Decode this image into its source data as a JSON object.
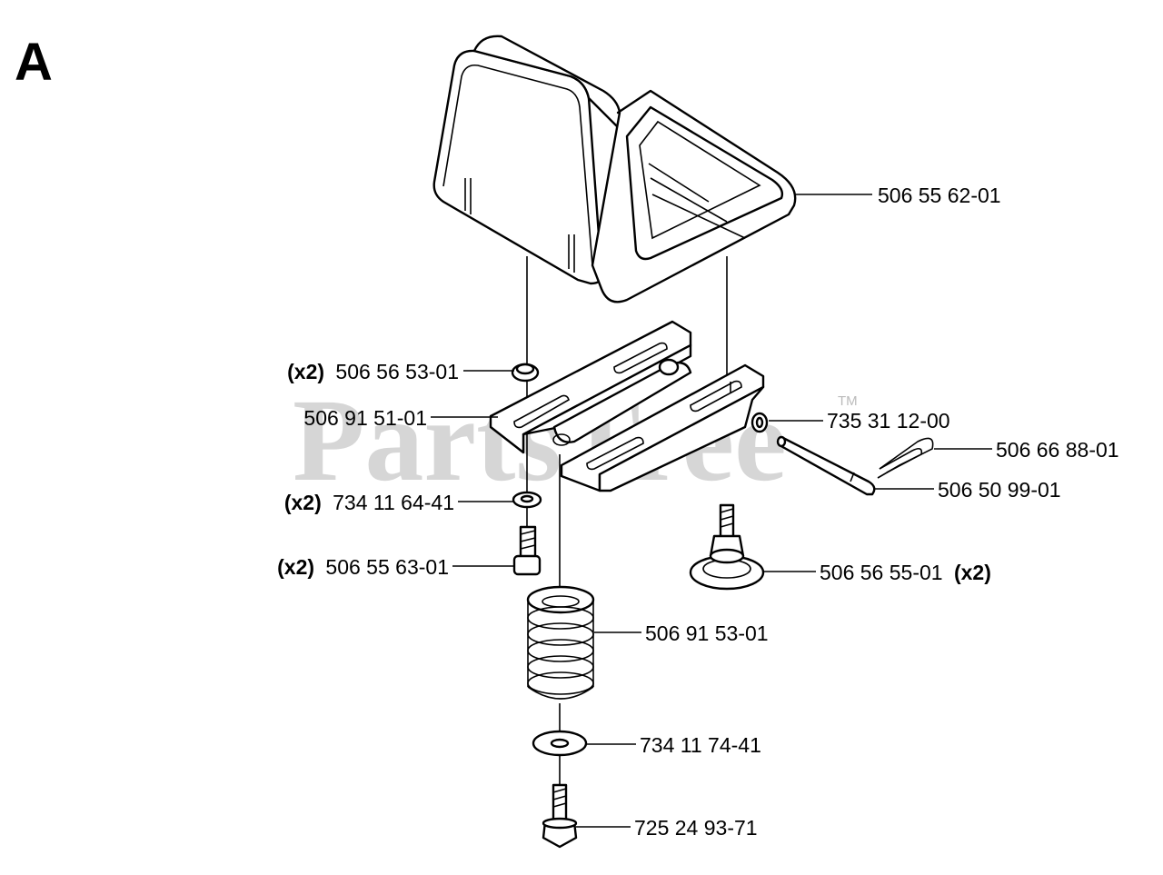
{
  "section_letter": "A",
  "watermark": {
    "text": "PartsTree",
    "trademark": "TM"
  },
  "callouts": [
    {
      "id": "seat",
      "part_number": "506 55 62-01",
      "qty": ""
    },
    {
      "id": "bushing",
      "part_number": "506 56 53-01",
      "qty": "(x2)"
    },
    {
      "id": "bracket",
      "part_number": "506 91 51-01",
      "qty": ""
    },
    {
      "id": "washer-small",
      "part_number": "735 31 12-00",
      "qty": ""
    },
    {
      "id": "hairpin",
      "part_number": "506 66 88-01",
      "qty": ""
    },
    {
      "id": "pin",
      "part_number": "506 50 99-01",
      "qty": ""
    },
    {
      "id": "washer",
      "part_number": "734 11 64-41",
      "qty": "(x2)"
    },
    {
      "id": "screw",
      "part_number": "506 55 63-01",
      "qty": "(x2)"
    },
    {
      "id": "knob",
      "part_number": "506 56 55-01",
      "qty": "(x2)"
    },
    {
      "id": "spring",
      "part_number": "506 91 53-01",
      "qty": ""
    },
    {
      "id": "flat-washer",
      "part_number": "734 11 74-41",
      "qty": ""
    },
    {
      "id": "bolt",
      "part_number": "725 24 93-71",
      "qty": ""
    }
  ]
}
